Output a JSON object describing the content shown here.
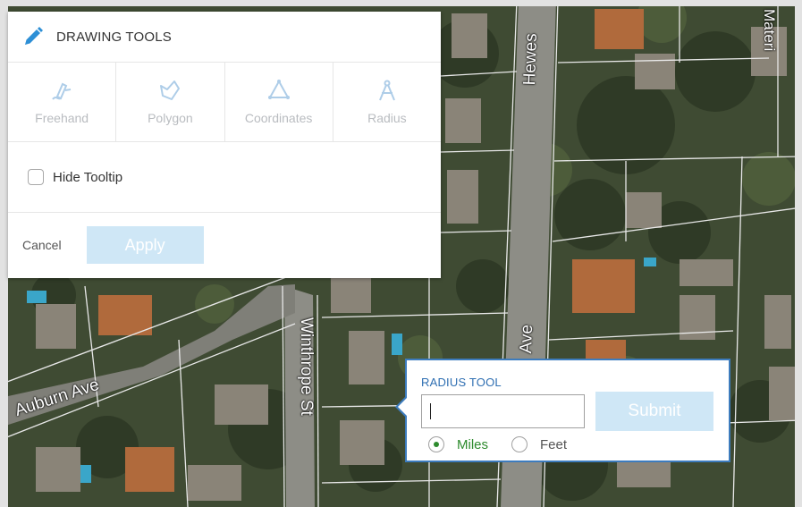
{
  "map": {
    "streets": [
      "Hewes Ave",
      "Auburn Ave",
      "Winthrope St",
      "Ave",
      "Materi",
      "Hewes"
    ]
  },
  "drawing_tools": {
    "title": "DRAWING TOOLS",
    "tools": [
      {
        "label": "Freehand",
        "icon": "freehand-icon"
      },
      {
        "label": "Polygon",
        "icon": "polygon-icon"
      },
      {
        "label": "Coordinates",
        "icon": "coordinates-icon"
      },
      {
        "label": "Radius",
        "icon": "radius-icon"
      }
    ],
    "hide_tooltip_label": "Hide Tooltip",
    "hide_tooltip_checked": false,
    "cancel_label": "Cancel",
    "apply_label": "Apply"
  },
  "radius_tool": {
    "title": "RADIUS TOOL",
    "input_value": "",
    "submit_label": "Submit",
    "units": [
      {
        "label": "Miles",
        "selected": true
      },
      {
        "label": "Feet",
        "selected": false
      }
    ]
  },
  "colors": {
    "accent_blue": "#3d7cbe",
    "disabled_button": "#cfe7f6",
    "selected_green": "#2e8b2e"
  }
}
